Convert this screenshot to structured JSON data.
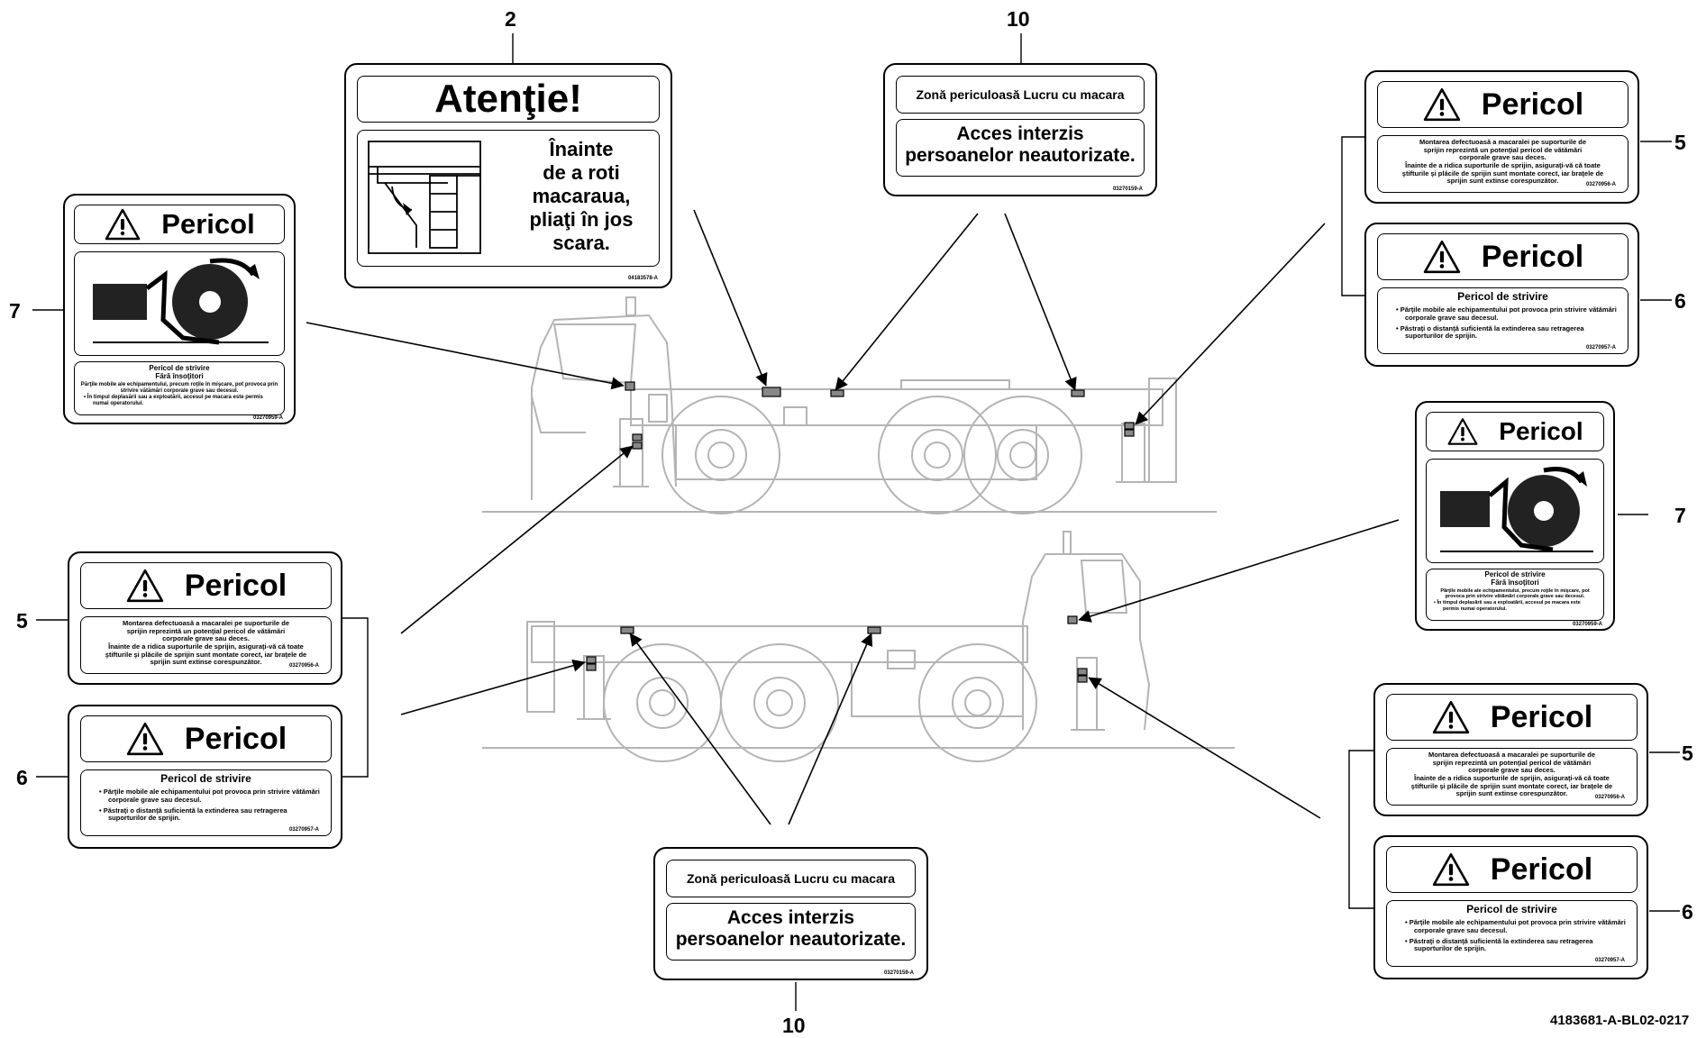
{
  "callouts": {
    "n2": "2",
    "n10a": "10",
    "n10b": "10",
    "n7a": "7",
    "n7b": "7",
    "n5a": "5",
    "n5b": "5",
    "n5c": "5",
    "n6a": "6",
    "n6b": "6",
    "n6c": "6"
  },
  "figure_id": "4183681-A-BL02-0217",
  "label_attention": {
    "title": "Atenţie!",
    "text": [
      "Înainte",
      "de a roti",
      "macaraua,",
      "pliaţi în jos",
      "scara."
    ],
    "code": "04183578-A"
  },
  "label_zone": {
    "top": "Zonă periculoasă Lucru cu macara",
    "bottom_line1": "Acces interzis",
    "bottom_line2": "persoanelor neautorizate.",
    "code": "03270159-A"
  },
  "label_outrigger": {
    "title": "Pericol",
    "text": [
      "Montarea defectuoasă a macaralei pe suporturile de",
      "sprijin reprezintă un potenţial pericol de vătămări",
      "corporale grave sau deces.",
      "Înainte de a ridica suporturile de sprijin, asiguraţi-vă că toate",
      "ştifturile şi plăcile de sprijin sunt montate corect, iar braţele de",
      "sprijin sunt extinse corespunzător."
    ],
    "code": "03270956-A"
  },
  "label_crush": {
    "title": "Pericol",
    "subtitle": "Pericol de strivire",
    "bullets": [
      "Părţile mobile ale echipamentului pot provoca prin strivire vătămări corporale grave sau decesul.",
      "Păstraţi o distanţă suficientă la extinderea sau retragerea suporturilor de sprijin."
    ],
    "code": "03270957-A"
  },
  "label_wheel": {
    "title": "Pericol",
    "subtitle1": "Pericol de strivire",
    "subtitle2": "Fără însoţitori",
    "text1": "Părţile mobile ale echipamentului, precum roţile în mişcare, pot provoca prin strivire vătămări corporale grave sau decesul.",
    "bullet": "În timpul deplasării sau a exploatării, accesul pe macara este permis numai operatorului.",
    "code": "03270959-A"
  },
  "colors": {
    "line": "#000000",
    "vehicle": "#b4b4b4",
    "decal": "#888888"
  }
}
